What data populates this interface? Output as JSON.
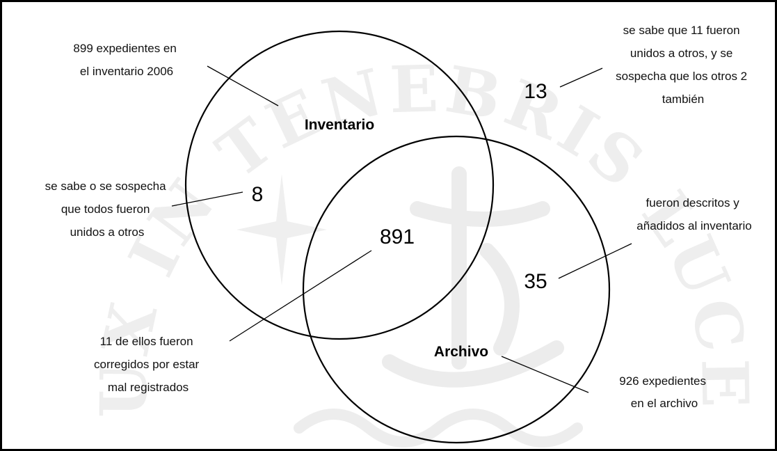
{
  "diagram": {
    "watermark": {
      "text": "LUX IN TENEBRIS LUCET",
      "color": "#eeeeee"
    },
    "colors": {
      "stroke": "#000000",
      "text": "#111111",
      "background": "#ffffff"
    },
    "sets": {
      "inventario": {
        "label": "Inventario"
      },
      "archivo": {
        "label": "Archivo"
      }
    },
    "regions": {
      "only_inventario": {
        "value": "8"
      },
      "intersection": {
        "value": "891"
      },
      "only_archivo": {
        "value": "35"
      },
      "outside": {
        "value": "13"
      }
    },
    "annotations": {
      "inventario_total": [
        "899 expedientes en",
        "el inventario 2006"
      ],
      "outside_note": [
        "se sabe que 11 fueron",
        "unidos a otros, y se",
        "sospecha que los otros 2",
        "también"
      ],
      "only_inventario_note": [
        "se sabe o se sospecha",
        "que todos fueron",
        "unidos a otros"
      ],
      "only_archivo_note": [
        "fueron descritos y",
        "añadidos al inventario"
      ],
      "intersection_note": [
        "11 de ellos fueron",
        "corregidos por estar",
        "mal registrados"
      ],
      "archivo_total": [
        "926 expedientes",
        "en el archivo"
      ]
    }
  }
}
